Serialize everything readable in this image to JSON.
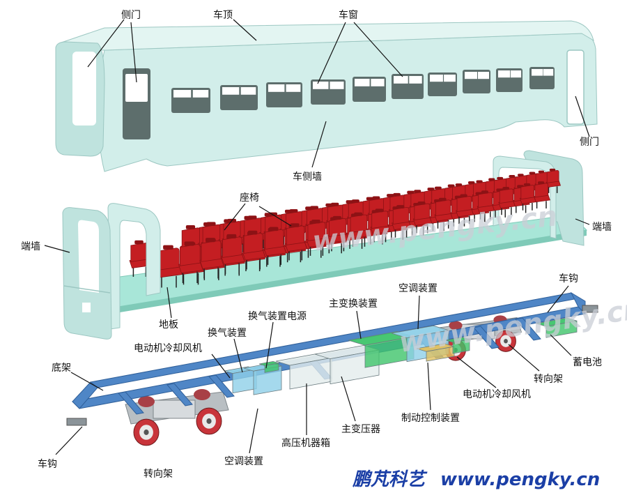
{
  "colors": {
    "shell": "#d2eeea",
    "shell_edge": "#9cc7c2",
    "window": "#5d6e6c",
    "floor": "#a8e6d8",
    "seat": "#c41e22",
    "seat_dark": "#8d1215",
    "frame": "#4f86c6",
    "frame_dark": "#2f5f99",
    "equip_light": "#e4ecec",
    "equip_green": "#3ec46a",
    "equip_blue": "#8fd0e8",
    "equip_yellow": "#e0c060",
    "wheel": "#c8343a",
    "brand_cn": "#1b3fa6",
    "brand_url": "#1b3fa6",
    "watermark": "#c9ced6"
  },
  "watermark": {
    "upper": "www.pengky.cn",
    "lower": "www.pengky.cn"
  },
  "brand": {
    "cn": "鹏芃科艺",
    "url": "www.pengky.cn"
  },
  "labels": {
    "side_door_left": "侧门",
    "roof": "车顶",
    "window": "车窗",
    "side_door_right": "侧门",
    "side_wall": "车侧墙",
    "seat": "座椅",
    "end_wall_left": "端墙",
    "end_wall_right": "端墙",
    "floor": "地板",
    "coupler_right": "车钩",
    "ac_unit_top": "空调装置",
    "main_converter": "主变换装置",
    "vent_power": "换气装置电源",
    "vent_unit": "换气装置",
    "motor_fan_left": "电动机冷却风机",
    "battery": "蓄电池",
    "bogie_right": "转向架",
    "motor_fan_right": "电动机冷却风机",
    "underframe": "底架",
    "brake_control": "制动控制装置",
    "main_transformer": "主变压器",
    "hv_box": "高压机器箱",
    "coupler_left": "车钩",
    "ac_unit_bottom": "空调装置",
    "bogie_left": "转向架"
  }
}
